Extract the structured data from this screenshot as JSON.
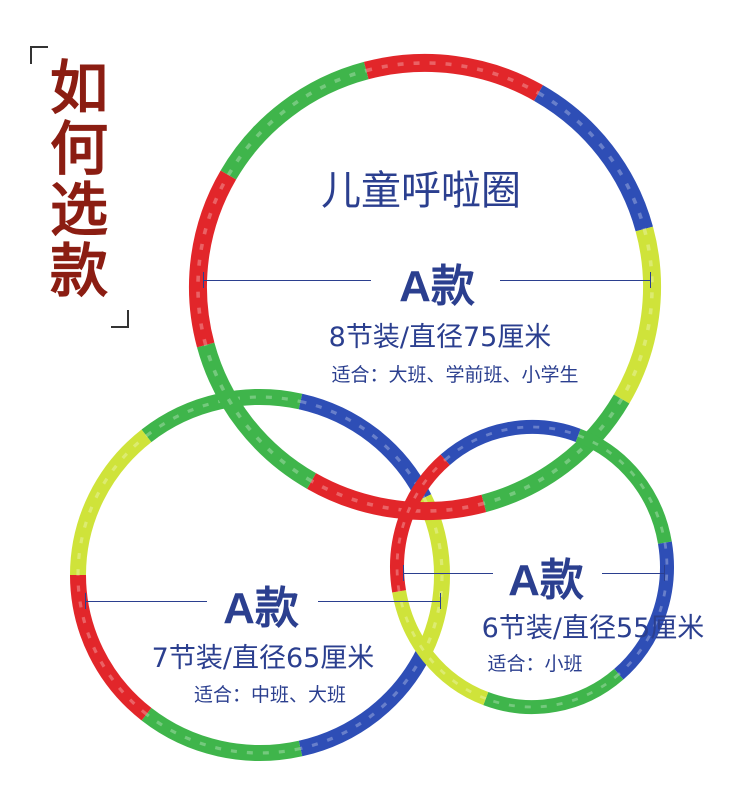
{
  "page": {
    "vertical_title": [
      "如",
      "何",
      "选",
      "款"
    ]
  },
  "colors": {
    "title": "#8b1d12",
    "text": "#2b3f8f",
    "segment_colors": [
      "#e2262a",
      "#2e4eb6",
      "#c6df2e",
      "#3bb54a"
    ]
  },
  "hoops": {
    "large": {
      "name": "儿童呼啦圈",
      "model": "A款",
      "spec": "8节装/直径75厘米",
      "suitable": "适合：大班、学前班、小学生",
      "segment_colors": [
        "red",
        "blue",
        "yellow",
        "green",
        "red",
        "green",
        "red",
        "green"
      ]
    },
    "medium": {
      "model": "A款",
      "spec": "7节装/直径65厘米",
      "suitable": "适合：中班、大班",
      "segment_colors": [
        "yellow",
        "green",
        "blue",
        "yellow",
        "blue",
        "green",
        "red"
      ]
    },
    "small": {
      "model": "A款",
      "spec": "6节装/直径55厘米",
      "suitable": "适合：小班",
      "segment_colors": [
        "blue",
        "green",
        "blue",
        "green",
        "yellow",
        "red"
      ]
    }
  }
}
